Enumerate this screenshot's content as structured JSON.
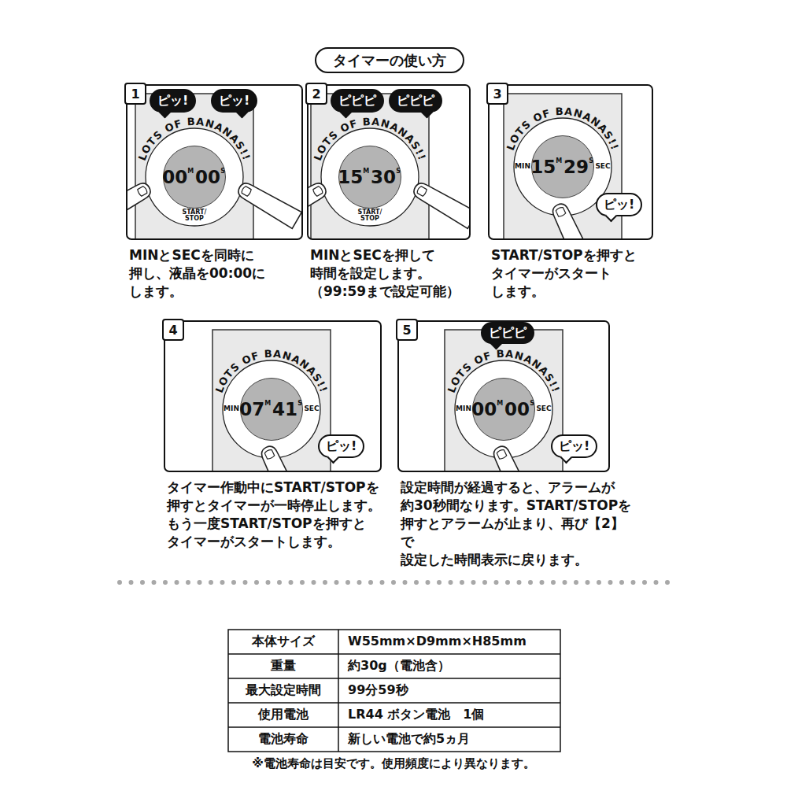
{
  "diagram": {
    "nodes": [
      {
        "text": [
          "タイマーの使い方"
        ]
      },
      {
        "text": [
          "MINとSECを同時に 押し、液晶を00:00に します。"
        ]
      },
      {
        "text": [
          "1"
        ],
        "in": 1
      },
      {
        "text": [
          "ピッ!"
        ],
        "in": 1
      },
      {
        "text": [
          "ピッ!"
        ],
        "in": 1
      },
      {
        "text": [
          "00",
          "M",
          "00",
          "S"
        ],
        "in": 1
      },
      {
        "text": [
          "MINとSECを押して 時間を設定します。 （99:59まで設定可能）"
        ]
      },
      {
        "text": [
          "2"
        ],
        "in": 6
      },
      {
        "text": [
          "ピピピ"
        ],
        "in": 6
      },
      {
        "text": [
          "ピピピ"
        ],
        "in": 6
      },
      {
        "text": [
          "15",
          "M",
          "30",
          "S"
        ],
        "in": 6
      },
      {
        "text": [
          "START/STOPを押すと タイマーがスタート します。"
        ]
      },
      {
        "text": [
          "3"
        ],
        "in": 11
      },
      {
        "text": [
          "15",
          "M",
          "29",
          "S"
        ],
        "in": 11
      },
      {
        "text": [
          "ピッ!"
        ],
        "in": 11
      },
      {
        "text": [
          "タイマー作動中にSTART/STOPを 押すとタイマーが一時停止します。 もう一度START/STOPを押すと タイマーがスタートします。"
        ]
      },
      {
        "text": [
          "4"
        ],
        "in": 15
      },
      {
        "text": [
          "07",
          "M",
          "41",
          "S"
        ],
        "in": 15
      },
      {
        "text": [
          "ピッ!"
        ],
        "in": 15
      },
      {
        "text": [
          "設定時間が経過すると、アラームが 約30秒間なります。START/STOPを 押すとアラームが止まり、再び【2】で 設定した時間表示に戻ります。"
        ]
      },
      {
        "text": [
          "5"
        ],
        "in": 19
      },
      {
        "text": [
          "ピピピ"
        ],
        "in": 19
      },
      {
        "text": [
          "00",
          "M",
          "00",
          "S"
        ],
        "in": 19
      },
      {
        "text": [
          "ピッ!"
        ],
        "in": 19
      }
    ],
    "labels": [
      "LOTS OF BANANAS!!",
      "START/ STOP",
      "LOTS OF BANANAS!!",
      "START/ STOP",
      "LOTS OF BANANAS!!",
      "MIN",
      "SEC",
      "LOTS OF BANANAS!!",
      "MIN",
      "SEC",
      "LOTS OF BANANAS!!",
      "MIN",
      "SEC",
      "本体サイズ",
      "W55mm×D9mm×H85mm",
      "重量",
      "約30g（電池含）",
      "最大設定時間",
      "99分59秒",
      "使用電池",
      "LR44 ボタン電池　1個",
      "電池寿命",
      "新しい電池で約5ヵ月",
      "※電池寿命は目安です。使用頻度により異なります。"
    ]
  }
}
